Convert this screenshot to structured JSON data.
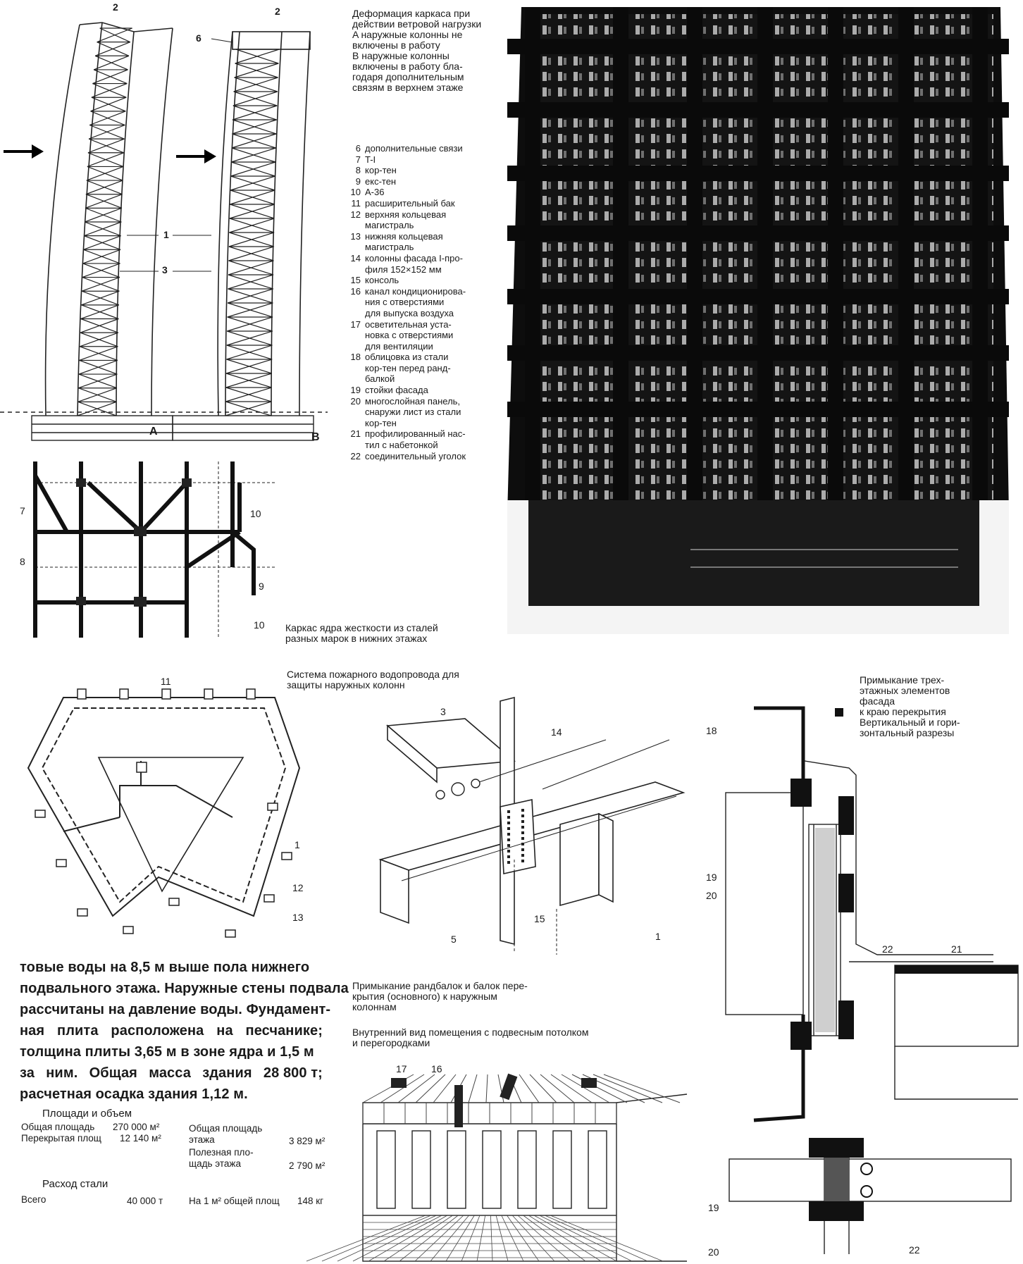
{
  "captions": {
    "deformation": [
      "Деформация каркаса при",
      "действии ветровой нагрузки",
      "A наружные колонны не",
      "   включены в работу",
      "B наружные колонны",
      "   включены в работу бла-",
      "   годаря дополнительным",
      "   связям в верхнем этаже"
    ],
    "core_frame": [
      "Каркас ядра жесткости из сталей",
      "разных марок в нижних этажах"
    ],
    "fire_system": [
      "Система пожарного водопровода для",
      "защиты наружных колонн"
    ],
    "junction_beams": [
      "Примыкание рандбалок и балок пере-",
      "крытия (основного) к наружным",
      "колоннам"
    ],
    "interior_view": [
      "Внутренний вид помещения с подвесным потолком",
      "и перегородками"
    ],
    "facade_junction": [
      "Примыкание трех-",
      "этажных элементов",
      "фасада",
      "к краю перекрытия",
      "Вертикальный и гори-",
      "зонтальный разрезы"
    ]
  },
  "legend": [
    {
      "n": "6",
      "lines": [
        "дополнительные связи"
      ]
    },
    {
      "n": "7",
      "lines": [
        "T-I"
      ]
    },
    {
      "n": "8",
      "lines": [
        "кор-тен"
      ]
    },
    {
      "n": "9",
      "lines": [
        "екс-тен"
      ]
    },
    {
      "n": "10",
      "lines": [
        "А-36"
      ]
    },
    {
      "n": "11",
      "lines": [
        "расширительный бак"
      ]
    },
    {
      "n": "12",
      "lines": [
        "верхняя кольцевая",
        "магистраль"
      ]
    },
    {
      "n": "13",
      "lines": [
        "нижняя кольцевая",
        "магистраль"
      ]
    },
    {
      "n": "14",
      "lines": [
        "колонны фасада I-про-",
        "филя 152×152 мм"
      ]
    },
    {
      "n": "15",
      "lines": [
        "консоль"
      ]
    },
    {
      "n": "16",
      "lines": [
        "канал кондиционирова-",
        "ния с отверстиями",
        "для выпуска воздуха"
      ]
    },
    {
      "n": "17",
      "lines": [
        "осветительная уста-",
        "новка с отверстиями",
        "для вентиляции"
      ]
    },
    {
      "n": "18",
      "lines": [
        "облицовка из стали",
        "кор-тен перед ранд-",
        "балкой"
      ]
    },
    {
      "n": "19",
      "lines": [
        "стойки фасада"
      ]
    },
    {
      "n": "20",
      "lines": [
        "многослойная панель,",
        "снаружи лист из стали",
        "кор-тен"
      ]
    },
    {
      "n": "21",
      "lines": [
        "профилированный нас-",
        "тил с набетонкой"
      ]
    },
    {
      "n": "22",
      "lines": [
        "соединительный уголок"
      ]
    }
  ],
  "body": {
    "l1": "товые воды на 8,5 м выше пола нижнего",
    "l2": "подвального этажа. Наружные стены подвала",
    "l3": "рассчитаны на давление воды. Фундамент-",
    "l4": [
      "ная",
      "плита",
      "расположена",
      "на",
      "песчанике;"
    ],
    "l5": [
      "толщина плиты 3,65 м в зоне ядра и 1,5 м"
    ],
    "l6": [
      "за",
      "ним.",
      "Общая",
      "масса",
      "здания",
      "28 800 т;"
    ],
    "l7": "расчетная осадка здания 1,12 м."
  },
  "areas": {
    "title": "Площади и объем",
    "total_area_label": "Общая площадь",
    "total_area_value": "270 000 м²",
    "covered_label": "Перекрытая площ",
    "covered_value": "12 140 м²",
    "floor_area_label": "Общая площадь",
    "floor_area_label2": "этажа",
    "floor_area_value": "3 829 м²",
    "useful_label": "Полезная пло-",
    "useful_label2": "щадь этажа",
    "useful_value": "2 790 м²"
  },
  "steel": {
    "title": "Расход стали",
    "total_label": "Всего",
    "total_value": "40 000 т",
    "per_m2_label": "На 1 м² общей площ",
    "per_m2_value": "148 кг"
  },
  "labels": {
    "two_a": "2",
    "two_b": "2",
    "six": "6",
    "one": "1",
    "three": "3",
    "A": "A",
    "B": "B",
    "core7": "7",
    "core8": "8",
    "core9": "9",
    "core10a": "10",
    "core10b": "10",
    "fire11": "11",
    "fire1": "1",
    "fire12": "12",
    "fire13": "13",
    "j3": "3",
    "j14": "14",
    "j15": "15",
    "j5": "5",
    "j1": "1",
    "i17": "17",
    "i16": "16",
    "f18": "18",
    "f19": "19",
    "f20": "20",
    "f22": "22",
    "f21": "21",
    "h19": "19",
    "h20": "20",
    "h22": "22"
  },
  "icons": {
    "wind_arrow": "wind-arrow-icon"
  }
}
